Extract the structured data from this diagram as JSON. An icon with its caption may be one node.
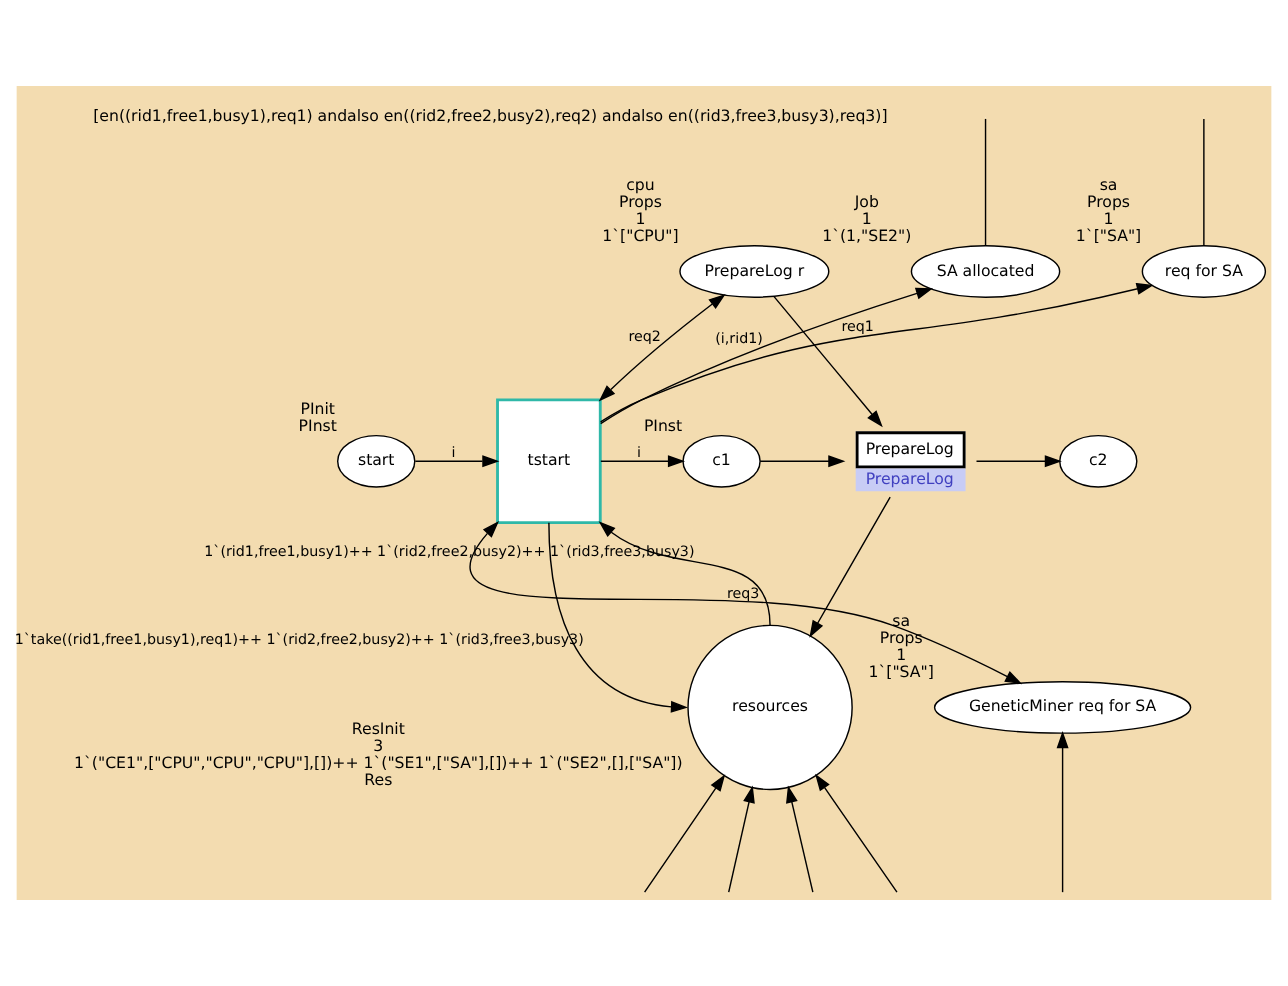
{
  "diagram": {
    "nodes": [
      {
        "text": [
          "req for SA"
        ],
        "beside": [
          "sa",
          "Props",
          "1",
          "1`[\"SA\"]"
        ]
      },
      {
        "text": [
          "PrepareLog r"
        ],
        "beside": [
          "cpu",
          "Props",
          "1",
          "1`[\"CPU\"]"
        ]
      },
      {
        "text": [
          "SA allocated"
        ],
        "beside": [
          "Job",
          "1",
          "1`(1,\"SE2\")"
        ]
      },
      {
        "text": [
          "start"
        ],
        "beside": [
          "PInit",
          "PInst"
        ]
      },
      {
        "text": [
          "tstart"
        ]
      },
      {
        "text": [
          "c1"
        ],
        "beside": [
          "PInst"
        ]
      },
      {
        "text": [
          "PrepareLog"
        ],
        "beside": [
          "PrepareLog"
        ]
      },
      {
        "text": [
          "c2"
        ]
      },
      {
        "text": [
          "GeneticMiner req for SA"
        ],
        "beside": [
          "sa",
          "Props",
          "1",
          "1`[\"SA\"]"
        ]
      },
      {
        "text": [
          "resources"
        ],
        "beside": [
          "ResInit",
          "3",
          "1`(\"CE1\",[\"CPU\",\"CPU\",\"CPU\"],[])++ 1`(\"SE1\",[\"SA\"],[])++ 1`(\"SE2\",[],[\"SA\"])",
          "Res"
        ]
      }
    ],
    "edges": [
      {
        "from": 4,
        "to": 0,
        "arrow": "to",
        "label": "req1"
      },
      {
        "from": 1,
        "to": 4,
        "arrow": "both",
        "label": "req2"
      },
      {
        "from": 4,
        "to": 2,
        "arrow": "to",
        "label": "(i,rid1)"
      },
      {
        "from": 3,
        "to": 4,
        "arrow": "to",
        "label": "i"
      },
      {
        "from": 4,
        "to": 5,
        "arrow": "to",
        "label": "i"
      },
      {
        "from": 5,
        "to": 6,
        "arrow": "to"
      },
      {
        "from": 6,
        "to": 7,
        "arrow": "to"
      },
      {
        "from": 8,
        "to": 4,
        "arrow": "both",
        "label": "req3"
      },
      {
        "from": 1,
        "to": 6,
        "arrow": "to"
      },
      {
        "from": 0,
        "to": null,
        "arrow": "none"
      },
      {
        "from": 2,
        "to": null,
        "arrow": "none"
      },
      {
        "from": 6,
        "to": 9,
        "arrow": "to"
      },
      {
        "from": 9,
        "to": 4,
        "arrow": "to",
        "label": "1`(rid1,free1,busy1)++ 1`(rid2,free2,busy2)++ 1`(rid3,free3,busy3)"
      },
      {
        "from": 4,
        "to": 9,
        "arrow": "to",
        "label": "1`take((rid1,free1,busy1),req1)++ 1`(rid2,free2,busy2)++ 1`(rid3,free3,busy3)"
      },
      {
        "from": null,
        "to": 8,
        "arrow": "to"
      },
      {
        "from": null,
        "to": 9,
        "arrow": "to"
      },
      {
        "from": null,
        "to": 9,
        "arrow": "to"
      },
      {
        "from": null,
        "to": 9,
        "arrow": "to"
      },
      {
        "from": null,
        "to": 9,
        "arrow": "to"
      }
    ],
    "labels": [
      "[en((rid1,free1,busy1),req1) andalso en((rid2,free2,busy2),req2) andalso en((rid3,free3,busy3),req3)]"
    ]
  }
}
